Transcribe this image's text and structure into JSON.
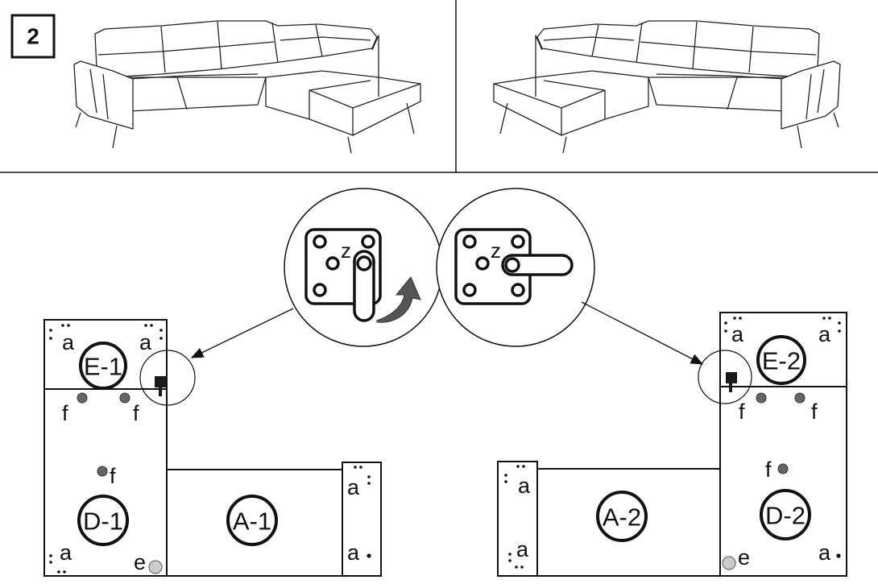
{
  "step": {
    "number": "2"
  },
  "colors": {
    "ink": "#111111",
    "arrow": "#555555",
    "bolt": "#666666",
    "pin": "#cccccc",
    "cam": "#1a1a1a"
  },
  "detail": {
    "lock_label": "z"
  },
  "left_plan": {
    "e_module": "E-1",
    "d_module": "D-1",
    "a_module": "A-1",
    "a_label": "a",
    "f_label": "f",
    "e_label": "e"
  },
  "right_plan": {
    "e_module": "E-2",
    "d_module": "D-2",
    "a_module": "A-2",
    "a_label": "a",
    "f_label": "f",
    "e_label": "e"
  },
  "icons": [
    "sofa-illustration",
    "lock-plate-icon",
    "rotate-arrow-icon",
    "cam-lock-icon"
  ]
}
